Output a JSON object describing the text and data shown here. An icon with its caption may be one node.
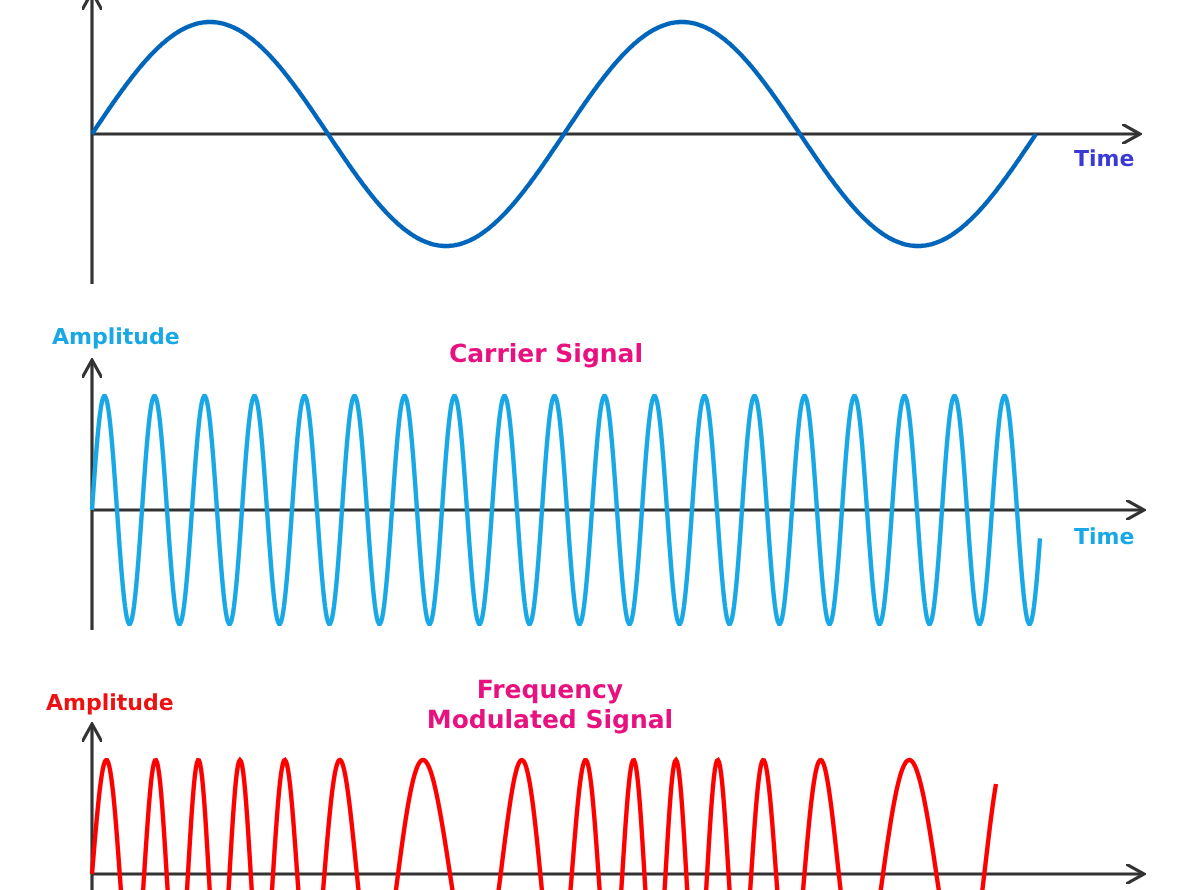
{
  "diagram": {
    "labels": [
      "Time",
      "Amplitude",
      "Carrier Signal",
      "Time",
      "Amplitude",
      "Frequency Modulated Signal"
    ]
  }
}
